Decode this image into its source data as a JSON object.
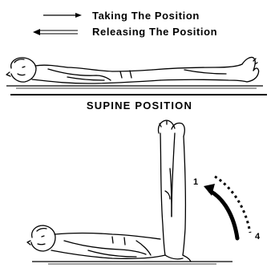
{
  "legend": {
    "taking_label": "Taking The Position",
    "releasing_label": "Releasing The Position"
  },
  "caption": "SUPINE POSITION",
  "steps": {
    "start": "1",
    "end": "4"
  }
}
